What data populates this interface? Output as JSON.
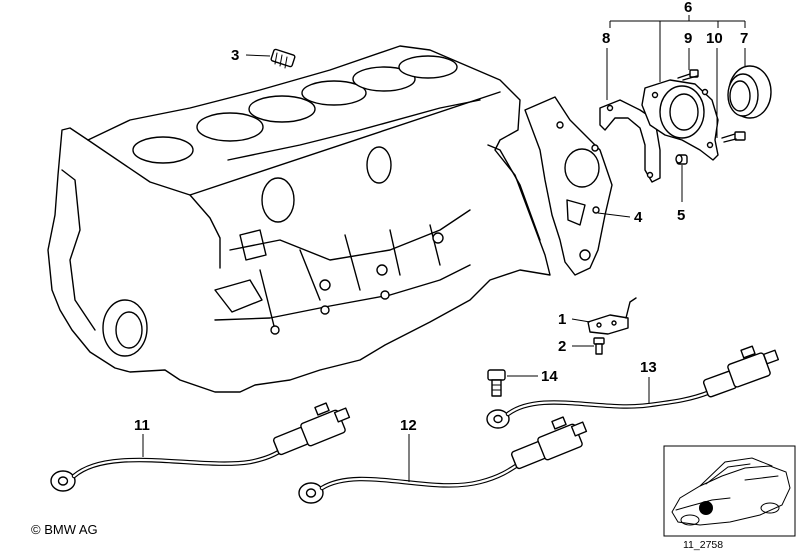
{
  "labels": {
    "p1": "1",
    "p2": "2",
    "p3": "3",
    "p4": "4",
    "p5": "5",
    "p6": "6",
    "p7": "7",
    "p8": "8",
    "p9": "9",
    "p10": "10",
    "p11": "11",
    "p12": "12",
    "p13": "13",
    "p14": "14"
  },
  "copyright": "© BMW AG",
  "reference_code": "11_2758"
}
